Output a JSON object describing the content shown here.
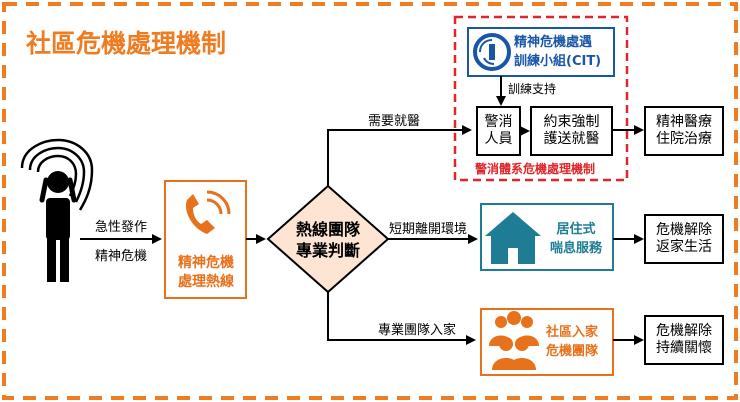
{
  "title": "社區危機處理機制",
  "person": {
    "label_line1": "急性發作",
    "label_line2": "精神危機"
  },
  "hotline": {
    "line1": "精神危機",
    "line2": "處理熱線"
  },
  "decision": {
    "line1": "熱線團隊",
    "line2": "專業判斷"
  },
  "branches": {
    "top": "需要就醫",
    "middle": "短期離開環境",
    "bottom": "專業團隊入家"
  },
  "cit": {
    "line1": "精神危機處遇",
    "line2": "訓練小組(CIT)",
    "support": "訓練支持"
  },
  "police": {
    "line1": "警消",
    "line2": "人員"
  },
  "escort": {
    "line1": "約束強制",
    "line2": "護送就醫"
  },
  "police_mechanism": "警消體系危機處理機制",
  "hospital": {
    "line1": "精神醫療",
    "line2": "住院治療"
  },
  "respite": {
    "line1": "居住式",
    "line2": "喘息服務"
  },
  "home_result": {
    "line1": "危機解除",
    "line2": "返家生活"
  },
  "community_team": {
    "line1": "社區入家",
    "line2": "危機團隊"
  },
  "care_result": {
    "line1": "危機解除",
    "line2": "持續關懷"
  },
  "colors": {
    "accent": "#f07c22",
    "red": "#e0262b",
    "teal": "#1e7c94",
    "blue": "#1a56a8"
  }
}
